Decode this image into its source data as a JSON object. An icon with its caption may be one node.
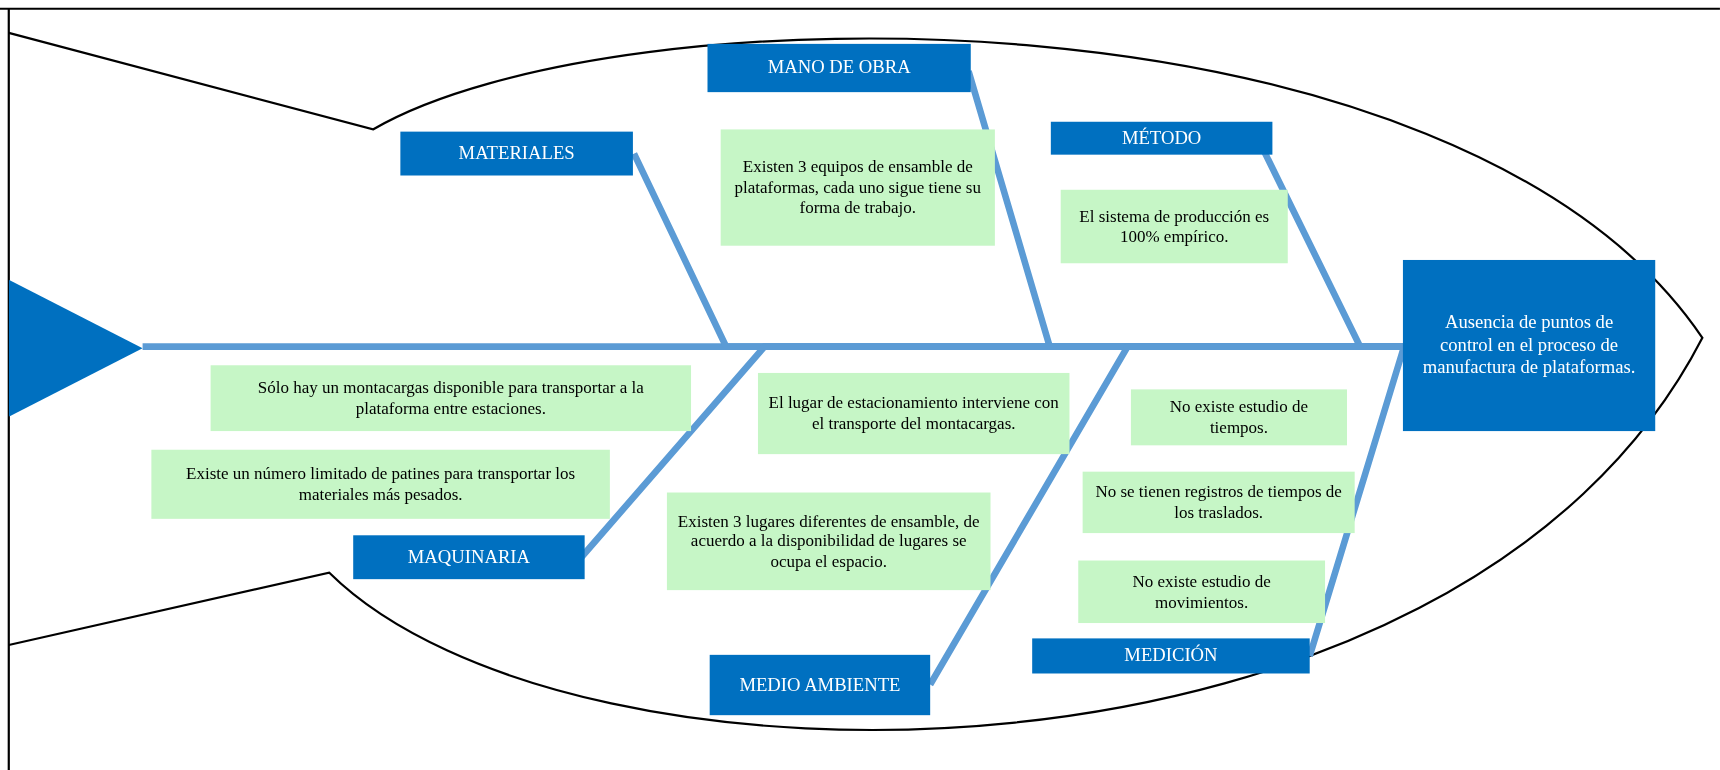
{
  "diagram": {
    "nodes": [
      {
        "text": [
          "MANO DE OBRA"
        ]
      },
      {
        "text": [
          "MATERIALES"
        ]
      },
      {
        "text": [
          "Existen 3 equipos de ensamble de plataformas, cada uno sigue tiene su forma de trabajo."
        ]
      },
      {
        "text": [
          "MÉTODO"
        ]
      },
      {
        "text": [
          "El sistema de producción es 100% empírico."
        ]
      },
      {
        "text": [],
        "shape": "triangle"
      },
      {
        "text": [
          "Ausencia de puntos de control en el proceso de manufactura de plataformas."
        ]
      },
      {
        "text": [
          "Sólo hay un montacargas disponible para transportar a la plataforma entre estaciones."
        ]
      },
      {
        "text": [
          "El lugar de estacionamiento interviene con el transporte del montacargas."
        ]
      },
      {
        "text": [
          "No existe estudio de tiempos."
        ]
      },
      {
        "text": [
          "Existe un número limitado de patines para transportar los materiales más pesados."
        ]
      },
      {
        "text": [
          "No se tienen registros de tiempos de los traslados."
        ]
      },
      {
        "text": [
          "Existen 3 lugares diferentes de ensamble, de acuerdo a la disponibilidad de lugares se ocupa el espacio."
        ]
      },
      {
        "text": [
          "MAQUINARIA"
        ]
      },
      {
        "text": [
          "No existe estudio de movimientos."
        ]
      },
      {
        "text": [
          "MEDIO AMBIENTE"
        ]
      },
      {
        "text": [
          "MEDICIÓN"
        ]
      }
    ],
    "edges": [
      {
        "from": 5,
        "to": 6,
        "arrow": "none"
      },
      {
        "from": 1,
        "to": 6,
        "arrow": "none"
      },
      {
        "from": 0,
        "to": 6,
        "arrow": "none"
      },
      {
        "from": 3,
        "to": 6,
        "arrow": "none"
      },
      {
        "from": 13,
        "to": 6,
        "arrow": "none"
      },
      {
        "from": 15,
        "to": 6,
        "arrow": "none"
      },
      {
        "from": 16,
        "to": 6,
        "arrow": "none"
      }
    ]
  }
}
